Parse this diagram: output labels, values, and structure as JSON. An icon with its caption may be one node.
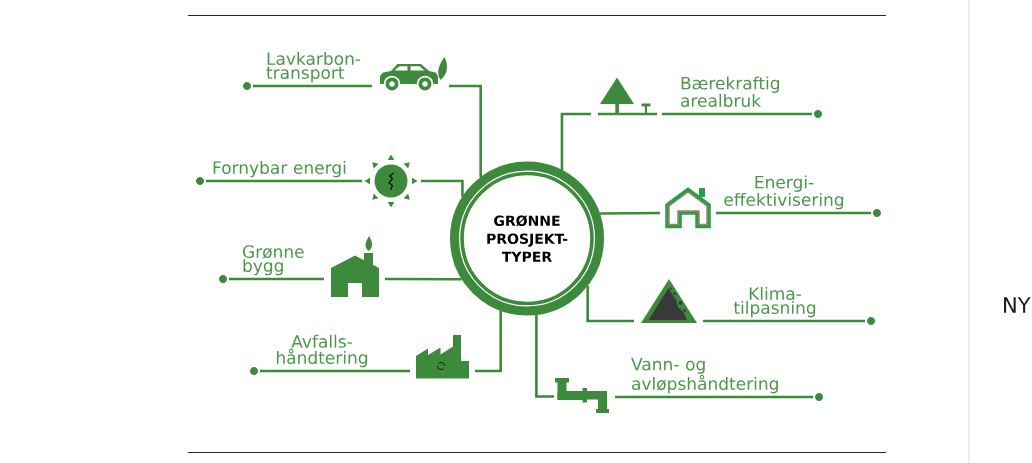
{
  "diagram": {
    "nodes": [
      {
        "text": [
          "GRØNNE PROSJEKT- TYPER"
        ]
      },
      {
        "text": [],
        "shape": "picture"
      },
      {
        "text": [],
        "shape": "picture"
      },
      {
        "text": [],
        "shape": "picture"
      },
      {
        "text": [],
        "shape": "picture"
      },
      {
        "text": [],
        "shape": "picture"
      },
      {
        "text": [],
        "shape": "picture"
      },
      {
        "text": [],
        "shape": "picture"
      },
      {
        "text": [],
        "shape": "picture"
      },
      {
        "text": [],
        "shape": "circle"
      },
      {
        "text": [],
        "shape": "circle"
      },
      {
        "text": [],
        "shape": "circle"
      },
      {
        "text": [],
        "shape": "circle"
      },
      {
        "text": [],
        "shape": "circle"
      },
      {
        "text": [],
        "shape": "circle"
      },
      {
        "text": [],
        "shape": "circle"
      },
      {
        "text": [],
        "shape": "circle"
      }
    ],
    "edges": [
      {
        "from": 0,
        "to": 1,
        "arrow": "none"
      },
      {
        "from": 1,
        "to": 9,
        "arrow": "none",
        "label": "Lavkarbon- transport"
      },
      {
        "from": 0,
        "to": 2,
        "arrow": "none"
      },
      {
        "from": 2,
        "to": 10,
        "arrow": "none",
        "label": "Fornybar energi"
      },
      {
        "from": 0,
        "to": 3,
        "arrow": "none"
      },
      {
        "from": 3,
        "to": 11,
        "arrow": "none",
        "label": "Grønne bygg"
      },
      {
        "from": 0,
        "to": 4,
        "arrow": "none"
      },
      {
        "from": 4,
        "to": 12,
        "arrow": "none",
        "label": "Avfalls- håndtering"
      },
      {
        "from": 0,
        "to": 5,
        "arrow": "none"
      },
      {
        "from": 5,
        "to": 13,
        "arrow": "none",
        "label": "Bærekraftig arealbruk"
      },
      {
        "from": 0,
        "to": 6,
        "arrow": "none"
      },
      {
        "from": 6,
        "to": 14,
        "arrow": "none",
        "label": "Energi- effektivisering"
      },
      {
        "from": 0,
        "to": 7,
        "arrow": "none"
      },
      {
        "from": 7,
        "to": 15,
        "arrow": "none",
        "label": "Klima- tilpasning"
      },
      {
        "from": 0,
        "to": 8,
        "arrow": "none"
      },
      {
        "from": 8,
        "to": 16,
        "arrow": "none",
        "label": "Vann- og avløpshåndtering"
      }
    ],
    "labels": [
      "NY"
    ]
  }
}
